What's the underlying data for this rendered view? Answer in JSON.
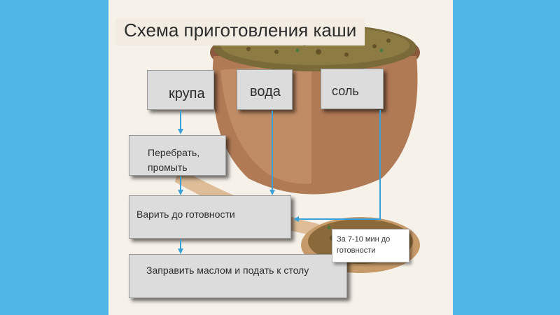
{
  "title": "Схема приготовления каши",
  "boxes": {
    "krupa": "крупа",
    "voda": "вода",
    "sol": "соль",
    "perebrat_line1": "Перебрать,",
    "perebrat_line2": "промыть",
    "varit": "Варить до готовности",
    "zapravit": "Заправить маслом и подать к столу"
  },
  "note": {
    "line1": "За 7-10 мин до",
    "line2": "готовности"
  },
  "colors": {
    "background": "#4fb6e8",
    "box_fill": "#dcdcdc",
    "arrow": "#3aa0d8"
  }
}
